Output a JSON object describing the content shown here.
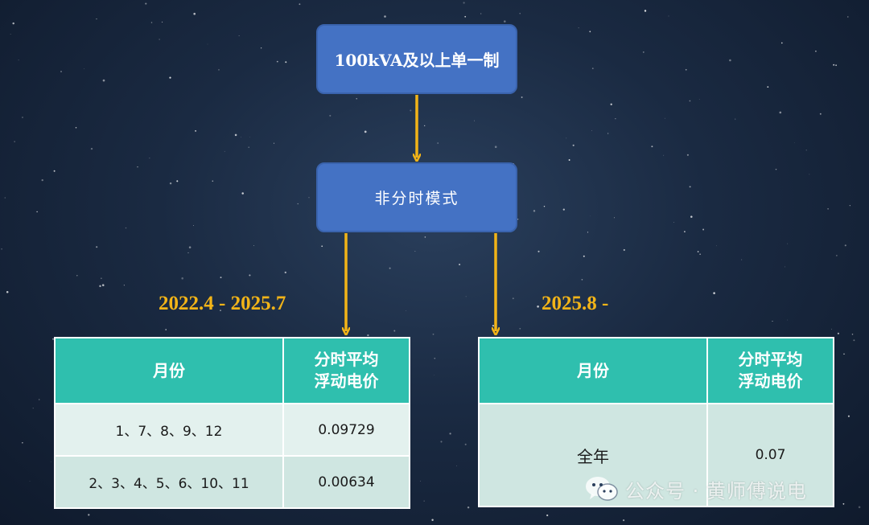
{
  "flow": {
    "top": "100kVA及以上单一制",
    "middle": "非分时模式"
  },
  "periods": {
    "left": "2022.4 - 2025.7",
    "right": "2025.8 -"
  },
  "table_left": {
    "headers": [
      "月份",
      "分时平均\n浮动电价"
    ],
    "rows": [
      [
        "1、7、8、9、12",
        "0.09729"
      ],
      [
        "2、3、4、5、6、10、11",
        "0.00634"
      ]
    ]
  },
  "table_right": {
    "headers": [
      "月份",
      "分时平均\n浮动电价"
    ],
    "rows": [
      [
        "全年",
        "0.07"
      ]
    ]
  },
  "watermark": {
    "text": "公众号 · 黄师傅说电",
    "icon": "wechat-icon"
  },
  "colors": {
    "box": "#4472c4",
    "arrow": "#f2b418",
    "header": "#2fbfae",
    "cell": "#cfe6e1"
  }
}
